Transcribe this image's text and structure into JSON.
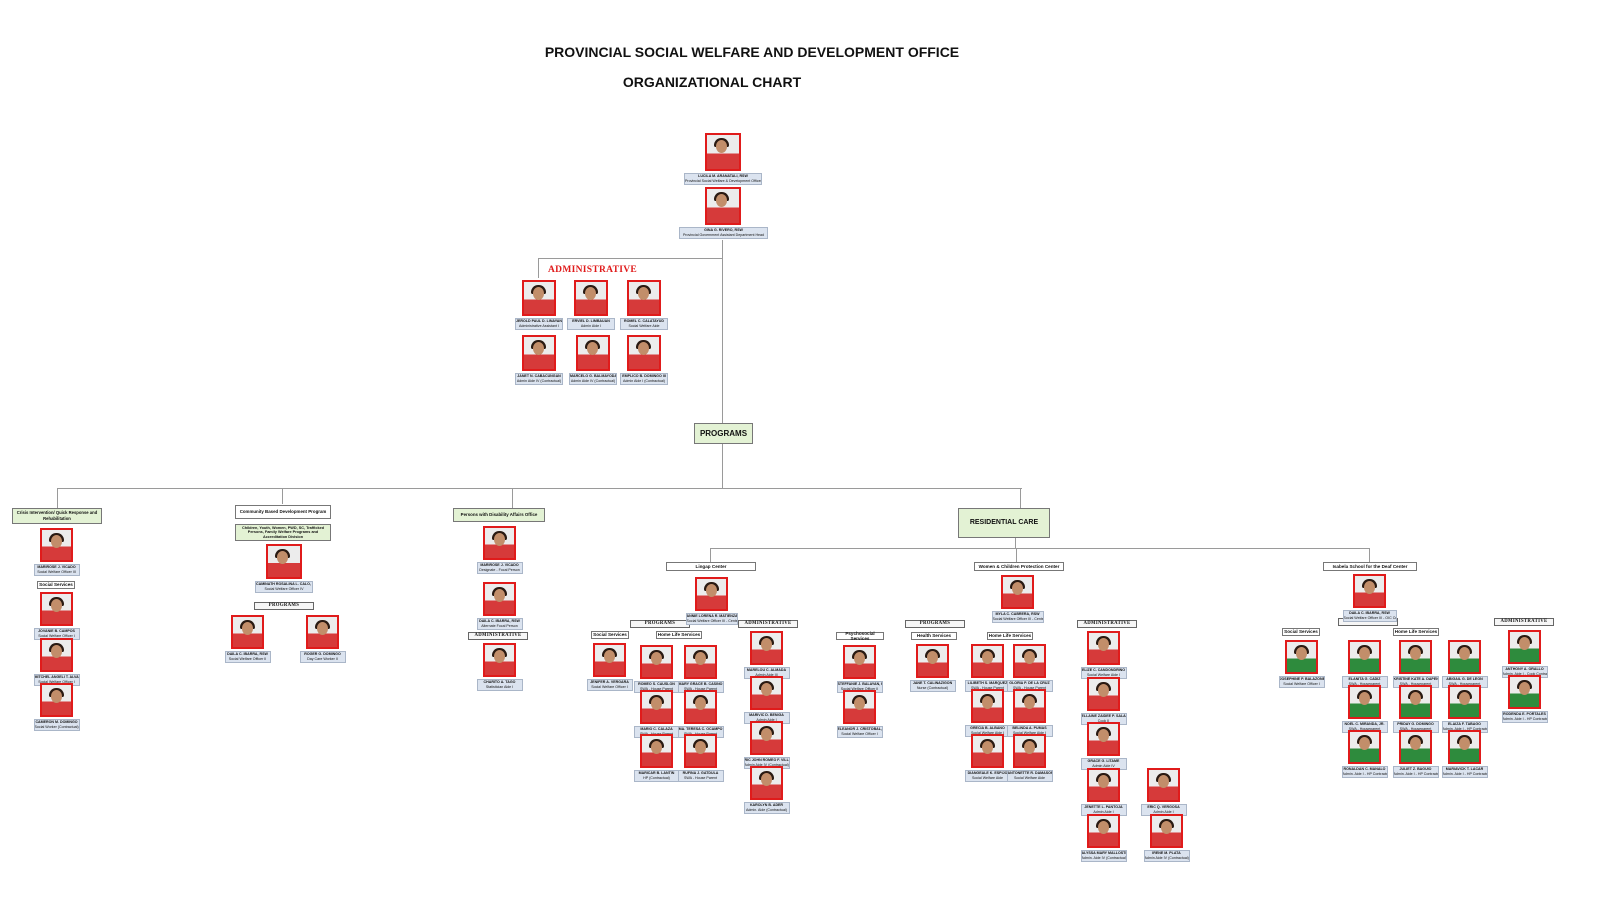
{
  "header": {
    "title_line1": "PROVINCIAL SOCIAL WELFARE AND DEVELOPMENT OFFICE",
    "title_line2": "ORGANIZATIONAL CHART"
  },
  "head": {
    "pswdo": {
      "name": "LUCILA M. ARANATALI, RSW",
      "position": "Provincial Social Welfare & Development Officer"
    },
    "assistant": {
      "name": "GINA G. RIVERO, RSW",
      "position": "Provincial Government Assistant Department Head"
    }
  },
  "administrative": {
    "label": "ADMINISTRATIVE",
    "staff": [
      {
        "name": "JEROLD PAUL D. LINAYAN",
        "position": "Administrative Assistant I"
      },
      {
        "name": "ERVIEL D. LIMBAUAN",
        "position": "Admin Aide I"
      },
      {
        "name": "ROMEL C. CALATAYUD",
        "position": "Social Welfare Aide"
      },
      {
        "name": "JANET N. CABACUNGAN",
        "position": "Admin Aide IV (Contractual)"
      },
      {
        "name": "MARCELO G. BALMAYODA",
        "position": "Admin Aide IV (Contractual)"
      },
      {
        "name": "EMPLICO B. DOMINGO III",
        "position": "Admin Aide I (Contractual)"
      }
    ]
  },
  "programs_label": "PROGRAMS",
  "crisis": {
    "label": "Crisis Intervention/ Quick Response and Rehabilitation",
    "head": {
      "name": "MARIROSE J. VICADO",
      "position": "Social Welfare Officer III"
    },
    "sub_label": "Social Services",
    "staff": [
      {
        "name": "JOVANIE B. CAMPOS",
        "position": "Social Welfare Officer I"
      },
      {
        "name": "MITCHEL ANGELI T. ALVARO",
        "position": "Social Welfare Officer I"
      },
      {
        "name": "CAMERON M. DOMINGO",
        "position": "Social Worker (Contractual)"
      }
    ]
  },
  "cdp": {
    "label": "Community Based Development Program",
    "sub_label": "Children, Youth, Women, PWD, SC, Trafficked Persons, Family Welfare Programs and Accreditation Division",
    "head": {
      "name": "CAMINATH ROSALINA L. CALO, RSW",
      "position": "Social Welfare Officer IV"
    },
    "programs_label": "PROGRAMS",
    "staff": [
      {
        "name": "DAILA C. IBARRA, RSW",
        "position": "Social Welfare Officer II"
      },
      {
        "name": "ROGER G. DOMINGO",
        "position": "Day Care Worker II"
      }
    ]
  },
  "pdao": {
    "label": "Persons with Disability Affairs Office",
    "head": {
      "name": "MARIROSE J. VICADO",
      "position": "Designate - Focal Person"
    },
    "alternate": {
      "name": "DAILA C. IBARRA, RSW",
      "position": "Alternate Focal Person"
    },
    "admin_label": "ADMINISTRATIVE",
    "staff": [
      {
        "name": "CHARITO A. TAGO",
        "position": "Statistician Aide I"
      }
    ]
  },
  "residential": {
    "label": "RESIDENTIAL CARE",
    "lingap": {
      "label": "Lingap Center",
      "head": {
        "name": "ANNIE LORENA R. MATIENZA, RSW",
        "position": "Social Welfare Officer III - Center Head"
      },
      "programs_label": "PROGRAMS",
      "admin_label": "ADMINISTRATIVE",
      "social_services_label": "Social Services",
      "home_life_label": "Home Life Services",
      "social_services": [
        {
          "name": "JENIFER A. VERGARA",
          "position": "Social Welfare Officer I"
        }
      ],
      "home_life": [
        {
          "name": "ROMEO S. CAUSLON",
          "position": "SWA - House Parent"
        },
        {
          "name": "MARY GRACE B. CASINO",
          "position": "SWA - House Parent"
        },
        {
          "name": "MARIO C. CALAZA",
          "position": "SWA - House Parent"
        },
        {
          "name": "MA. TERESA C. OCAMPO",
          "position": "SWA - House Parent"
        },
        {
          "name": "MARICAR B. LANTIN",
          "position": "HP (Contractual)"
        },
        {
          "name": "RUFINA J. GATDULA",
          "position": "SWA - House Parent"
        }
      ],
      "admin": [
        {
          "name": "MARELOU C. ALMADA",
          "position": "Admin Aide III"
        },
        {
          "name": "MARIVIC D. BENIGA",
          "position": "Admin Aide I"
        },
        {
          "name": "RIC JOHN ROMEO F. VILLANUEVA",
          "position": "Admin Aide IV (Contractual)"
        },
        {
          "name": "KAROLYN B. ADER",
          "position": "Admin. Aide (Contractual)"
        }
      ]
    },
    "wcpc": {
      "label": "Women & Children Protection Center",
      "head": {
        "name": "MYLA C. CABRERA, RSW",
        "position": "Social Welfare Officer III - Center Head"
      },
      "programs_label": "PROGRAMS",
      "admin_label": "ADMINISTRATIVE",
      "psychosocial_label": "Psychosocial Services",
      "health_label": "Health Services",
      "home_life_label": "Home Life Services",
      "psychosocial": [
        {
          "name": "STEFFANIE J. BALAYAN, RSW",
          "position": "Social Welfare Officer II"
        },
        {
          "name": "ELEANOR J. CRISTOBAL, RSW",
          "position": "Social Welfare Officer I"
        }
      ],
      "health": [
        {
          "name": "JANE T. CALINAZIGON",
          "position": "Nurse (Contractual)"
        }
      ],
      "home_life": [
        {
          "name": "LILIBETH S. MARQUEZ",
          "position": "SWA - House Parent"
        },
        {
          "name": "GLORIA P. DE LA CRUZ",
          "position": "SWA - House Parent"
        },
        {
          "name": "GRECIA B. ALBANO",
          "position": "Social Welfare Aide I"
        },
        {
          "name": "BELINDA A. PUMAS",
          "position": "Social Welfare Aide I"
        },
        {
          "name": "DIANGEALE K. ESPIJO",
          "position": "Social Welfare Aide"
        },
        {
          "name": "ANTONETTE R. DAMASORAN",
          "position": "Social Welfare Aide"
        }
      ],
      "admin": [
        {
          "name": "ELIZE C. CANDONDRINO",
          "position": "Social Welfare Aide I"
        },
        {
          "name": "ELLAINE ZAIDEE P. SALAZAR",
          "position": "Cook II"
        },
        {
          "name": "GRACE G. LITAME",
          "position": "Admin Aide IV"
        },
        {
          "name": "JENETTE L. PANTOJA",
          "position": "Admin Aide I"
        },
        {
          "name": "ERIC Q. VERGOSA",
          "position": "Admin Aide I"
        },
        {
          "name": "ALYSSA MARY MALLOSTERIA",
          "position": "Admin. Aide IV (Contractual)"
        },
        {
          "name": "IRENE M. PLATA",
          "position": "Admin Aide IV (Contractual)"
        }
      ]
    },
    "isabela": {
      "label": "Isabela School for the Deaf Center",
      "head": {
        "name": "DAILA C. IBARRA, RSW",
        "position": "Social Welfare Officer III - OIC Center Head"
      },
      "programs_label": "PROGRAMS",
      "admin_label": "ADMINISTRATIVE",
      "social_services_label": "Social Services",
      "home_life_label": "Home Life Services",
      "social_services": [
        {
          "name": "JOSEPHINE P. BALAZONE",
          "position": "Social Welfare Officer I"
        }
      ],
      "home_life": [
        {
          "name": "ELANITA G. CADIZ",
          "position": "SWA - Houseparent"
        },
        {
          "name": "KRISTINE KATE A. DAPENA",
          "position": "SWA - Houseparent"
        },
        {
          "name": "ABIGAIL G. DE LEON",
          "position": "SWA - Houseparent"
        },
        {
          "name": "NOEL C. MIRANDA, JR.",
          "position": "SWA - Houseparent"
        },
        {
          "name": "PRIDAY G. DOMINGO",
          "position": "SWA - Houseparent"
        },
        {
          "name": "ELAIZA F. TABAGO",
          "position": "Admin. Aide I - HP Contractual"
        },
        {
          "name": "RONALDAN C. MANALO",
          "position": "Admin. Aide I - HP Contractual"
        },
        {
          "name": "JULIET Z. BAGUIO",
          "position": "Admin. Aide I - HP Contractual"
        },
        {
          "name": "MARIAVICK T. LACAR",
          "position": "Admin. Aide I - HP Contractual"
        }
      ],
      "admin": [
        {
          "name": "ANTHONY A. ORALLO",
          "position": "Admin. Aide I - Cook Contractual"
        },
        {
          "name": "RODENDA E. PORTALES",
          "position": "Admin. Aide I - HP Contractual"
        }
      ]
    }
  }
}
